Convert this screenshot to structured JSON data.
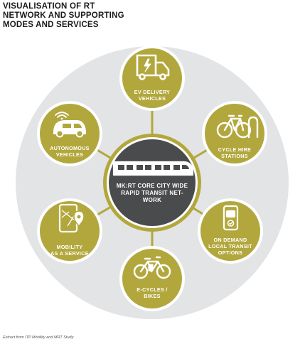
{
  "title": {
    "line1": "VISUALISATION OF RT",
    "line2": "NETWORK AND SUPPORTING",
    "line3": "MODES AND SERVICES"
  },
  "center": {
    "line1": "MK:RT CORE CITY WIDE",
    "line2": "RAPID TRANSIT NET-",
    "line3": "WORK"
  },
  "nodes": {
    "ev_delivery": {
      "line1": "EV DELIVERY",
      "line2": "VEHICLES"
    },
    "cycle_hire": {
      "line1": "CYCLE HIRE",
      "line2": "STATIONS"
    },
    "on_demand": {
      "line1": "ON DEMAND",
      "line2": "LOCAL TRANSIT",
      "line3": "OPTIONS"
    },
    "e_cycles": {
      "line1": "E-CYCLES /",
      "line2": "BIKES"
    },
    "mobility": {
      "line1": "MOBILITY",
      "line2": "AS A SERVICE"
    },
    "autonomous": {
      "line1": "AUTONOMOUS",
      "line2": "VEHICLES"
    }
  },
  "source": "Extract from ITP Mobility and MRT Study",
  "colors": {
    "outer_disc": "#e3e4e5",
    "node_fill": "#b2a73c",
    "node_ring": "#ffffff",
    "center_fill": "#4a4b4d",
    "center_ring": "#b2a73c",
    "spoke": "#b2a73c",
    "text": "#1a1a1a"
  },
  "icons": [
    "delivery-van-icon",
    "bicycle-icon",
    "smartphone-bus-icon",
    "e-bike-icon",
    "smartphone-map-icon",
    "autonomous-car-icon",
    "train-icon"
  ]
}
